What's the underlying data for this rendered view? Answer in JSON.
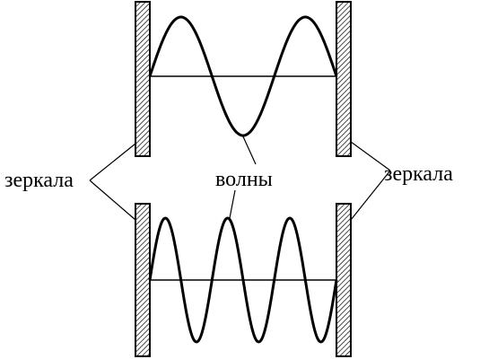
{
  "labels": {
    "left": "зеркала",
    "center": "волны",
    "right": "зеркала"
  },
  "diagram": {
    "top_cavity_half_wavelengths": 3,
    "bottom_cavity_half_wavelengths": 6
  },
  "colors": {
    "ink": "#000000",
    "background": "#ffffff"
  }
}
